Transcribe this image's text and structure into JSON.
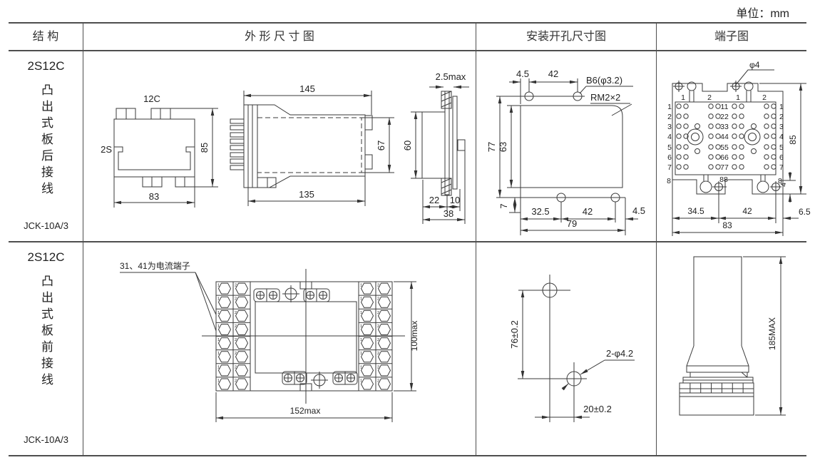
{
  "unit_label": "单位：mm",
  "header": {
    "structure": "结 构",
    "outline": "外 形 尺 寸 图",
    "mounting": "安装开孔尺寸图",
    "terminal": "端子图"
  },
  "row1": {
    "model": "2S12C",
    "structure_text": "凸出式板后接线",
    "part_no": "JCK-10A/3",
    "front_view": {
      "label_top": "12C",
      "label_left": "2S",
      "dim_height": "85",
      "dim_width": "83"
    },
    "side_view": {
      "dim_top": "145",
      "dim_bottom": "135",
      "dim_right": "67"
    },
    "edge_view": {
      "dim_top": "2.5max",
      "dim_left": "60",
      "dim_b1": "22",
      "dim_b2": "10",
      "dim_b3": "38"
    },
    "mounting": {
      "dim_t1": "4.5",
      "dim_t2": "42",
      "hole_label": "B6(φ3.2)",
      "screw_label": "RM2×2",
      "dim_l1": "77",
      "dim_l2": "63",
      "dim_bl": "7",
      "dim_b1": "32.5",
      "dim_b2": "42",
      "dim_b3": "4.5",
      "dim_total": "79"
    },
    "terminal": {
      "hole_label": "φ4",
      "col_labels": [
        "1",
        "2",
        "1",
        "2"
      ],
      "row_labels": [
        "1",
        "2",
        "3",
        "4",
        "5",
        "6",
        "7"
      ],
      "mid_labels": [
        "11",
        "22",
        "33",
        "44",
        "55",
        "66",
        "77"
      ],
      "bottom_labels": [
        "8",
        "88",
        "8"
      ],
      "dim_tab": "4",
      "dim_right": "85",
      "dim_b1": "34.5",
      "dim_b2": "42",
      "dim_b3": "6.5",
      "dim_total": "83"
    }
  },
  "row2": {
    "model": "2S12C",
    "structure_text": "凸出式板前接线",
    "part_no": "JCK-10A/3",
    "note": "31、41为电流端子",
    "front_view": {
      "dim_height": "100max",
      "dim_width": "152max",
      "cell_labels": [
        "1",
        "2"
      ]
    },
    "mounting": {
      "dim_v": "76±0.2",
      "holes_label": "2-φ4.2",
      "dim_h": "20±0.2"
    },
    "side_view": {
      "dim_height": "185MAX"
    }
  }
}
